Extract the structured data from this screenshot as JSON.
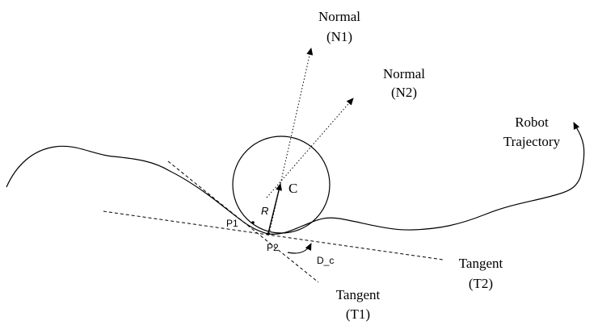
{
  "labels": {
    "normal1_line1": "Normal",
    "normal1_line2": "(N1)",
    "normal2_line1": "Normal",
    "normal2_line2": "(N2)",
    "robot_line1": "Robot",
    "robot_line2": "Trajectory",
    "center": "C",
    "radius": "R",
    "p1": "P1",
    "p2": "P2",
    "angle": "D_c",
    "tangent2_line1": "Tangent",
    "tangent2_line2": "(T2)",
    "tangent1_line1": "Tangent",
    "tangent1_line2": "(T1)"
  }
}
